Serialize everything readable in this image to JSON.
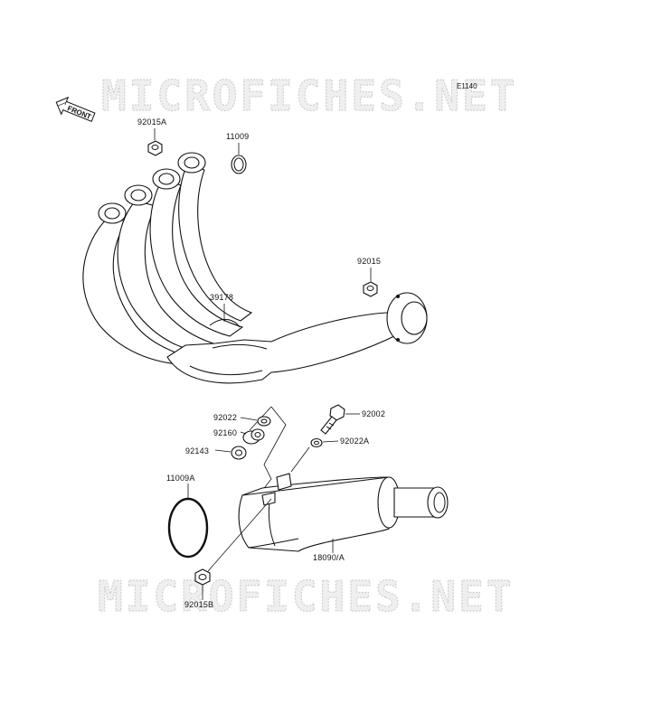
{
  "watermark_text": "MICROFICHES.NET",
  "reference_code": "E1140",
  "front_arrow_label": "FRONT",
  "parts": {
    "p92015A": "92015A",
    "p11009": "11009",
    "p92015": "92015",
    "p39178": "39178",
    "p92022": "92022",
    "p92160": "92160",
    "p92143": "92143",
    "p92002": "92002",
    "p92022A": "92022A",
    "p11009A": "11009A",
    "p18090A": "18090/A",
    "p92015B": "92015B"
  }
}
